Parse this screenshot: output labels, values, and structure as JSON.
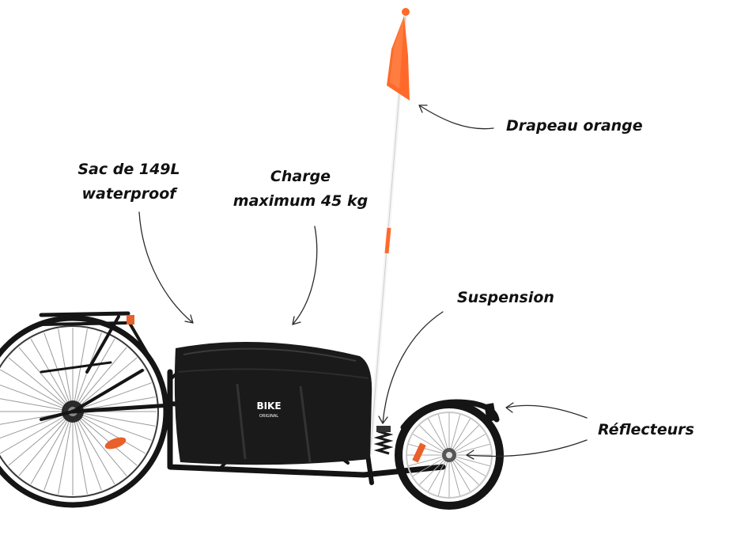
{
  "annotations": {
    "drapeau": {
      "text": "Drapeau orange"
    },
    "sac": {
      "line1": "Sac de 149L",
      "line2": "waterproof"
    },
    "charge": {
      "line1": "Charge",
      "line2": "maximum 45 kg"
    },
    "suspension": {
      "text": "Suspension"
    },
    "reflecteurs": {
      "text": "Réflecteurs"
    }
  },
  "bag_brand": {
    "line1": "BIKE",
    "line2": "ORIGINAL"
  },
  "colors": {
    "flag": "#ff6a2a",
    "frame": "#141414",
    "bag": "#1a1a1a",
    "reflector": "#e8602a",
    "label_text": "#111111"
  }
}
